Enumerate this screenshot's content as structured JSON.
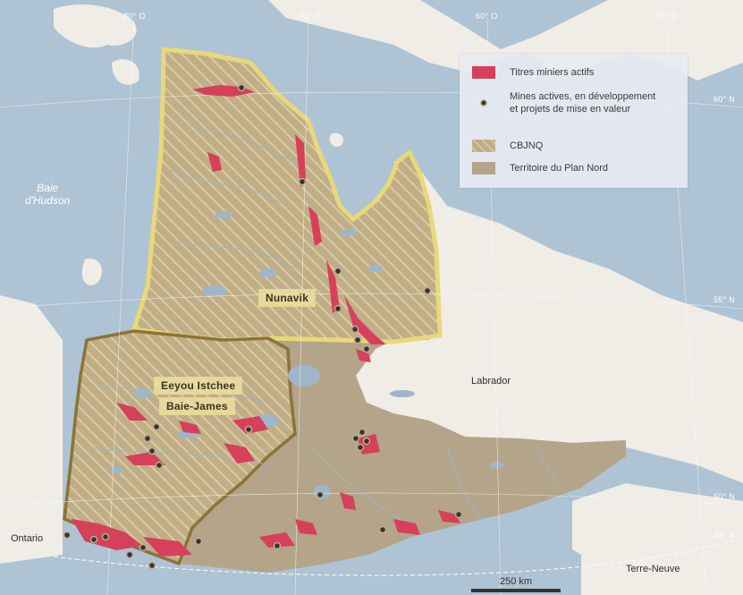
{
  "graticule": {
    "lon80": "80° O",
    "lon70": "70° O",
    "lon60": "60° O",
    "lon50": "50° O",
    "lat60": "60° N",
    "lat55": "55° N",
    "lat50": "50° N",
    "lat49": "49° N"
  },
  "labels": {
    "hudson_line1": "Baie",
    "hudson_line2": "d'Hudson",
    "labrador": "Labrador",
    "ontario": "Ontario",
    "terre_neuve": "Terre-Neuve",
    "nunavik": "Nunavik",
    "eeyou_line1": "Eeyou Istchee",
    "eeyou_line2": "Baie-James"
  },
  "legend": {
    "items": [
      {
        "label": "Titres miniers actifs",
        "symbol": "red-swatch"
      },
      {
        "label": "Mines actives, en développement\net projets de mise en valeur",
        "symbol": "mine-dot"
      },
      {
        "label": "CBJNQ",
        "symbol": "hatched-swatch"
      },
      {
        "label": "Territoire du Plan Nord",
        "symbol": "tan-swatch"
      }
    ]
  },
  "scale": {
    "label": "250 km"
  },
  "colors": {
    "water": "#aec3d4",
    "land": "#f0ece6",
    "plan_nord": "#b3a48a",
    "cbjnq_hatch": "#d6c49a",
    "nunavik_border": "#e8d878",
    "eeyou_border": "#8c7338",
    "mining_titles": "#d6405a",
    "lakes": "#9fb6c8"
  }
}
